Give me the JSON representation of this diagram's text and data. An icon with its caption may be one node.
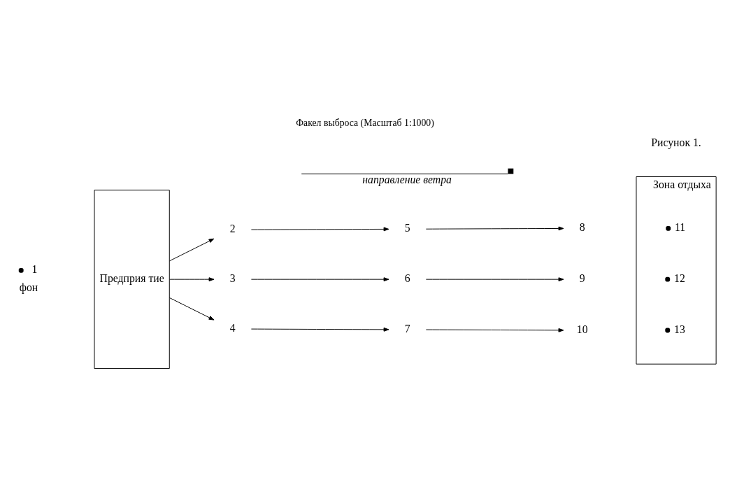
{
  "diagram": {
    "title": "Факел выброса (Масштаб 1:1000)",
    "nodes": [
      {
        "text": [
          "1"
        ],
        "beside": [
          "фон"
        ]
      },
      {
        "text": [
          "Предприя тие"
        ]
      },
      {
        "text": [
          "2"
        ]
      },
      {
        "text": [
          "5"
        ]
      },
      {
        "text": [
          "8"
        ]
      },
      {
        "text": [
          "3"
        ]
      },
      {
        "text": [
          "6"
        ]
      },
      {
        "text": [
          "9"
        ]
      },
      {
        "text": [
          "4"
        ]
      },
      {
        "text": [
          "7"
        ]
      },
      {
        "text": [
          "10"
        ]
      },
      {
        "text": [
          "Зона отдыха"
        ]
      },
      {
        "text": [
          "11"
        ],
        "in": 11
      },
      {
        "text": [
          "12"
        ],
        "in": 11
      },
      {
        "text": [
          "13"
        ],
        "in": 11
      }
    ],
    "edges": [
      {
        "from": 1,
        "to": 2,
        "arrow": "to"
      },
      {
        "from": 2,
        "to": 3,
        "arrow": "to"
      },
      {
        "from": 3,
        "to": 4,
        "arrow": "to"
      },
      {
        "from": 1,
        "to": 5,
        "arrow": "to"
      },
      {
        "from": 5,
        "to": 6,
        "arrow": "to"
      },
      {
        "from": 6,
        "to": 7,
        "arrow": "to"
      },
      {
        "from": 1,
        "to": 8,
        "arrow": "to"
      },
      {
        "from": 8,
        "to": 9,
        "arrow": "to"
      },
      {
        "from": 9,
        "to": 10,
        "arrow": "to"
      }
    ],
    "labels": [
      "Рисунок 1.",
      "направление ветра"
    ]
  }
}
